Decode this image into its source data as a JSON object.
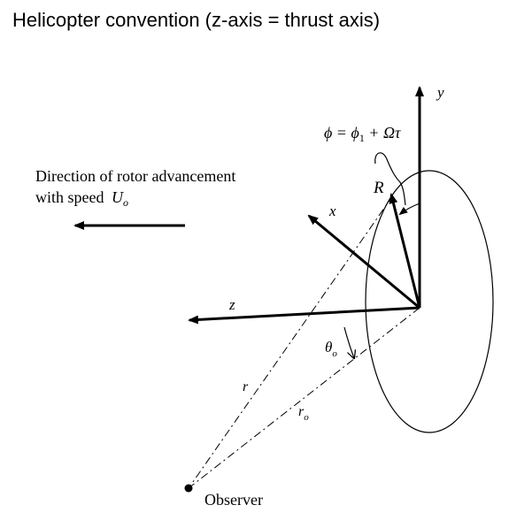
{
  "title": "Helicopter convention (z-axis = thrust axis)",
  "diagram": {
    "axis_y": "y",
    "axis_x": "x",
    "axis_z": "z",
    "rotor_radius": "R",
    "phase_equation": "ϕ = ϕ₁ + Ωτ",
    "phase_lhs": "ϕ",
    "phase_eq": "=",
    "phase_phi": "ϕ",
    "phase_sub": "1",
    "phase_plus": "+",
    "phase_omega_tau": "Ωτ",
    "advancement_line1": "Direction of rotor advancement",
    "advancement_line2": "with speed",
    "speed_symbol": "U",
    "speed_sub": "o",
    "distance_r": "r",
    "distance_ro": "r",
    "distance_ro_sub": "o",
    "angle_theta": "θ",
    "angle_theta_sub": "o",
    "observer_label": "Observer"
  }
}
